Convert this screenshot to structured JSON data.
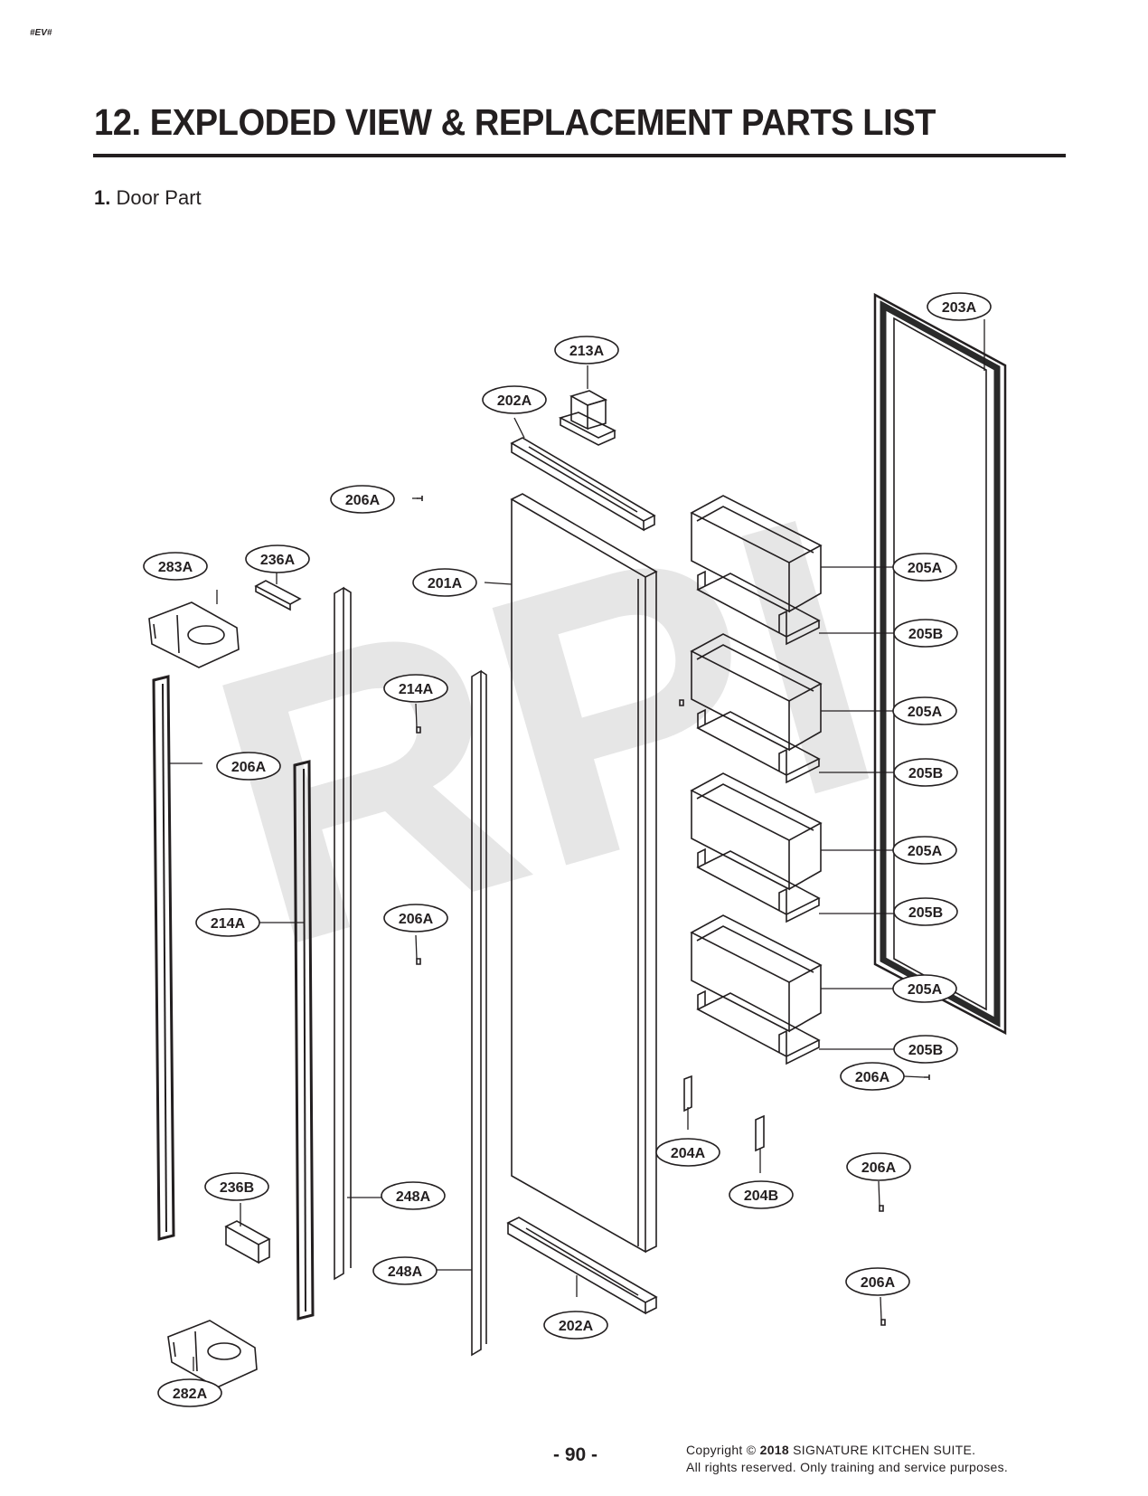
{
  "header": {
    "tag": "#EV#",
    "title": "12. EXPLODED VIEW & REPLACEMENT PARTS LIST",
    "section_number": "1.",
    "section_title": "Door Part"
  },
  "watermark": "RPI",
  "callouts": [
    "203A",
    "213A",
    "202A",
    "206A",
    "205A",
    "283A",
    "236A",
    "201A",
    "205B",
    "205A",
    "206A",
    "205B",
    "214A",
    "205A",
    "214A",
    "206A",
    "205B",
    "205A",
    "205B",
    "206A",
    "204A",
    "206A",
    "236B",
    "248A",
    "204B",
    "248A",
    "206A",
    "202A",
    "282A"
  ],
  "footer": {
    "page_number": "- 90 -",
    "copyright_prefix": "Copyright © ",
    "copyright_year": "2018",
    "copyright_company": " SIGNATURE KITCHEN SUITE.",
    "rights": "All rights reserved. Only training and service purposes."
  },
  "colors": {
    "ink": "#231f20",
    "watermark": "#e6e6e6"
  }
}
